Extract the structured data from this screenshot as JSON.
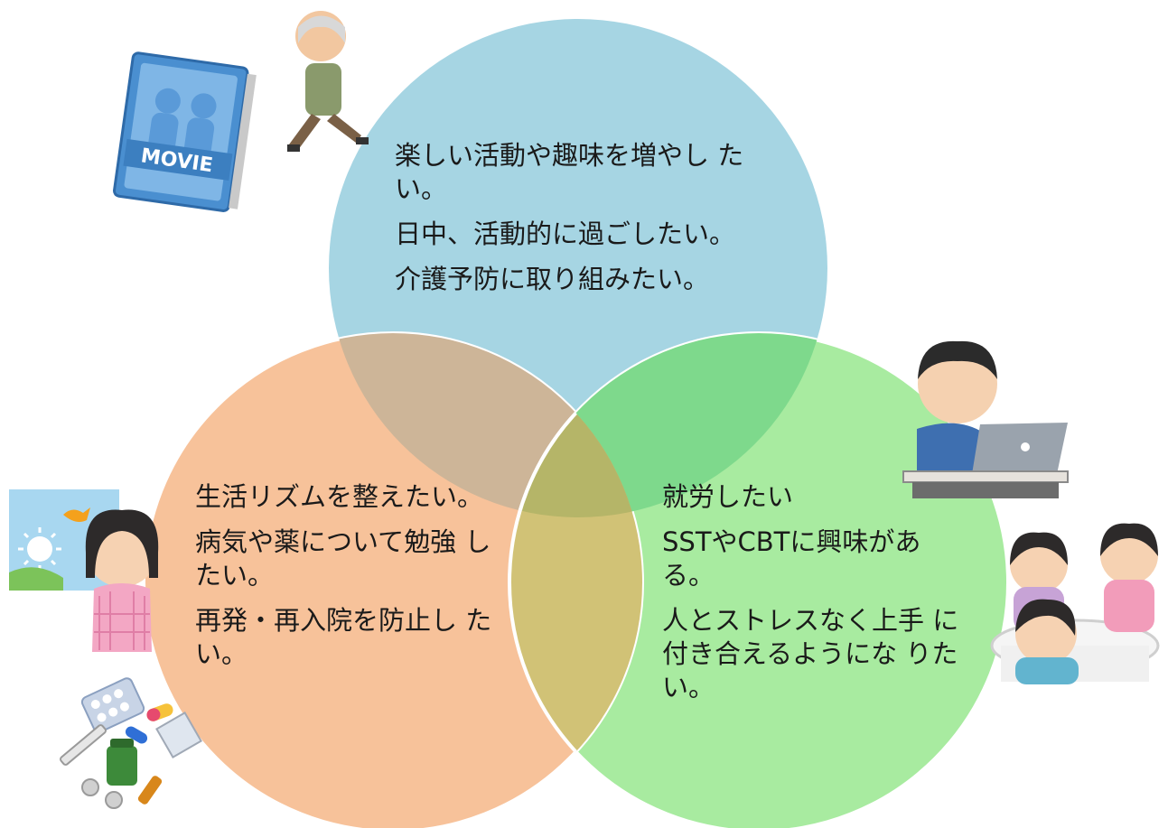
{
  "colors": {
    "top_circle": "#a6d5e3",
    "left_circle": "#f7c29a",
    "right_circle": "#a8eba0",
    "overlap_top_left": "#cdb598",
    "overlap_top_right": "#7ed98c",
    "overlap_left_right": "#d1c276",
    "overlap_center": "#b5b568"
  },
  "top": {
    "lines": [
      "楽しい活動や趣味を増やし たい。",
      "日中、活動的に過ごしたい。",
      "介護予防に取り組みたい。"
    ]
  },
  "left": {
    "lines": [
      "生活リズムを整えたい。",
      "病気や薬について勉強 したい。",
      "再発・再入院を防止し たい。"
    ]
  },
  "right": {
    "lines": [
      "就労したい",
      "SSTやCBTに興味があ る。",
      "人とストレスなく上手 に付き合えるようにな りたい。"
    ]
  },
  "illustrations": {
    "movie_label": "MOVIE",
    "icons": [
      "movie-dvd-icon",
      "stretching-elder-icon",
      "laptop-worker-icon",
      "sunny-window-icon",
      "smiling-girl-icon",
      "group-talk-icon",
      "medicine-icon"
    ]
  }
}
